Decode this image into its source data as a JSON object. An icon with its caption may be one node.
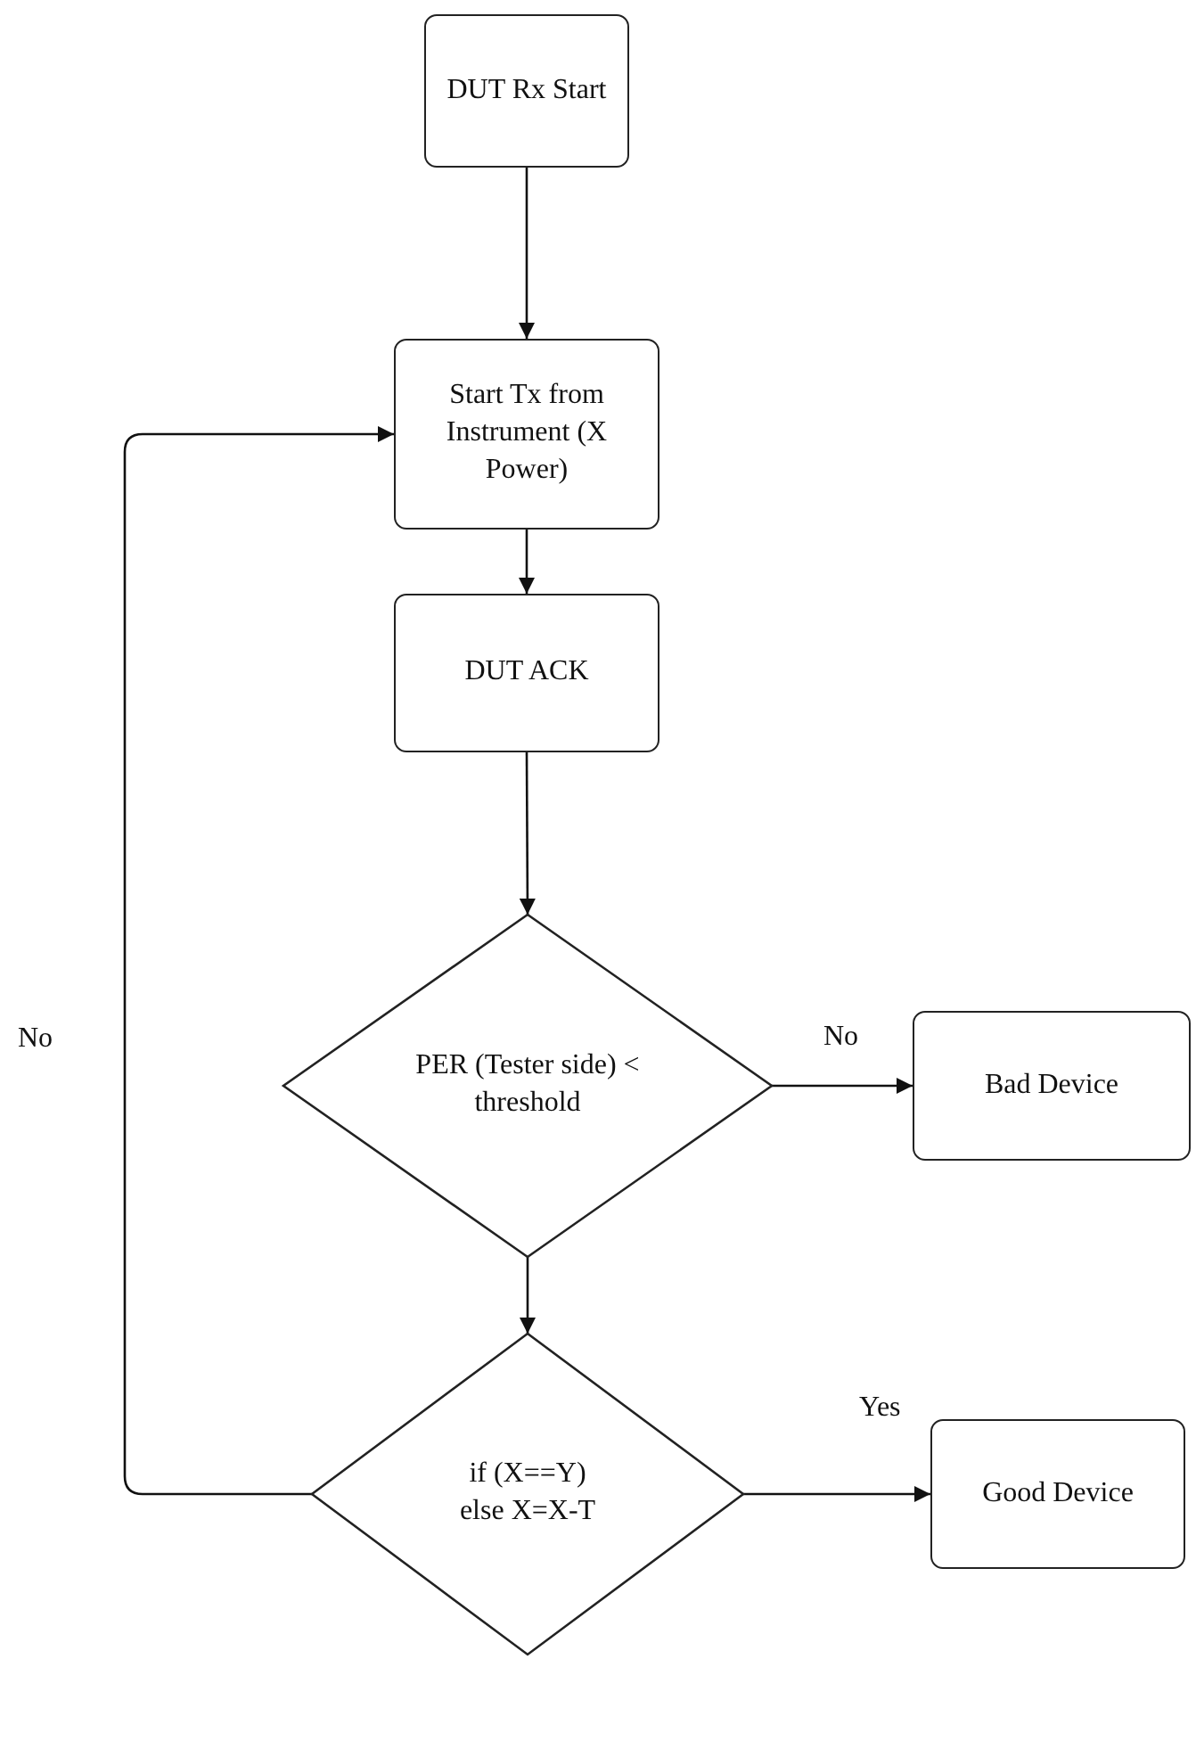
{
  "diagram": {
    "nodes": [
      {
        "text": [
          "DUT Rx Start"
        ]
      },
      {
        "text": [
          "Start Tx from Instrument (X Power)"
        ]
      },
      {
        "text": [
          "DUT ACK"
        ]
      },
      {
        "text": [
          "PER (Tester side) < threshold"
        ]
      },
      {
        "text": [
          "Bad Device"
        ]
      },
      {
        "text": [
          "if (X==Y) else X=X-T"
        ]
      },
      {
        "text": [
          "Good Device"
        ]
      }
    ],
    "edges": [
      {
        "from": 0,
        "to": 1,
        "arrow": "to"
      },
      {
        "from": 1,
        "to": 2,
        "arrow": "to"
      },
      {
        "from": 2,
        "to": 3,
        "arrow": "to"
      },
      {
        "from": 3,
        "to": 4,
        "arrow": "to",
        "label": "No"
      },
      {
        "from": 3,
        "to": 5,
        "arrow": "to"
      },
      {
        "from": 5,
        "to": 6,
        "arrow": "to",
        "label": "Yes"
      },
      {
        "from": 5,
        "to": 1,
        "arrow": "to",
        "label": "No"
      }
    ]
  }
}
